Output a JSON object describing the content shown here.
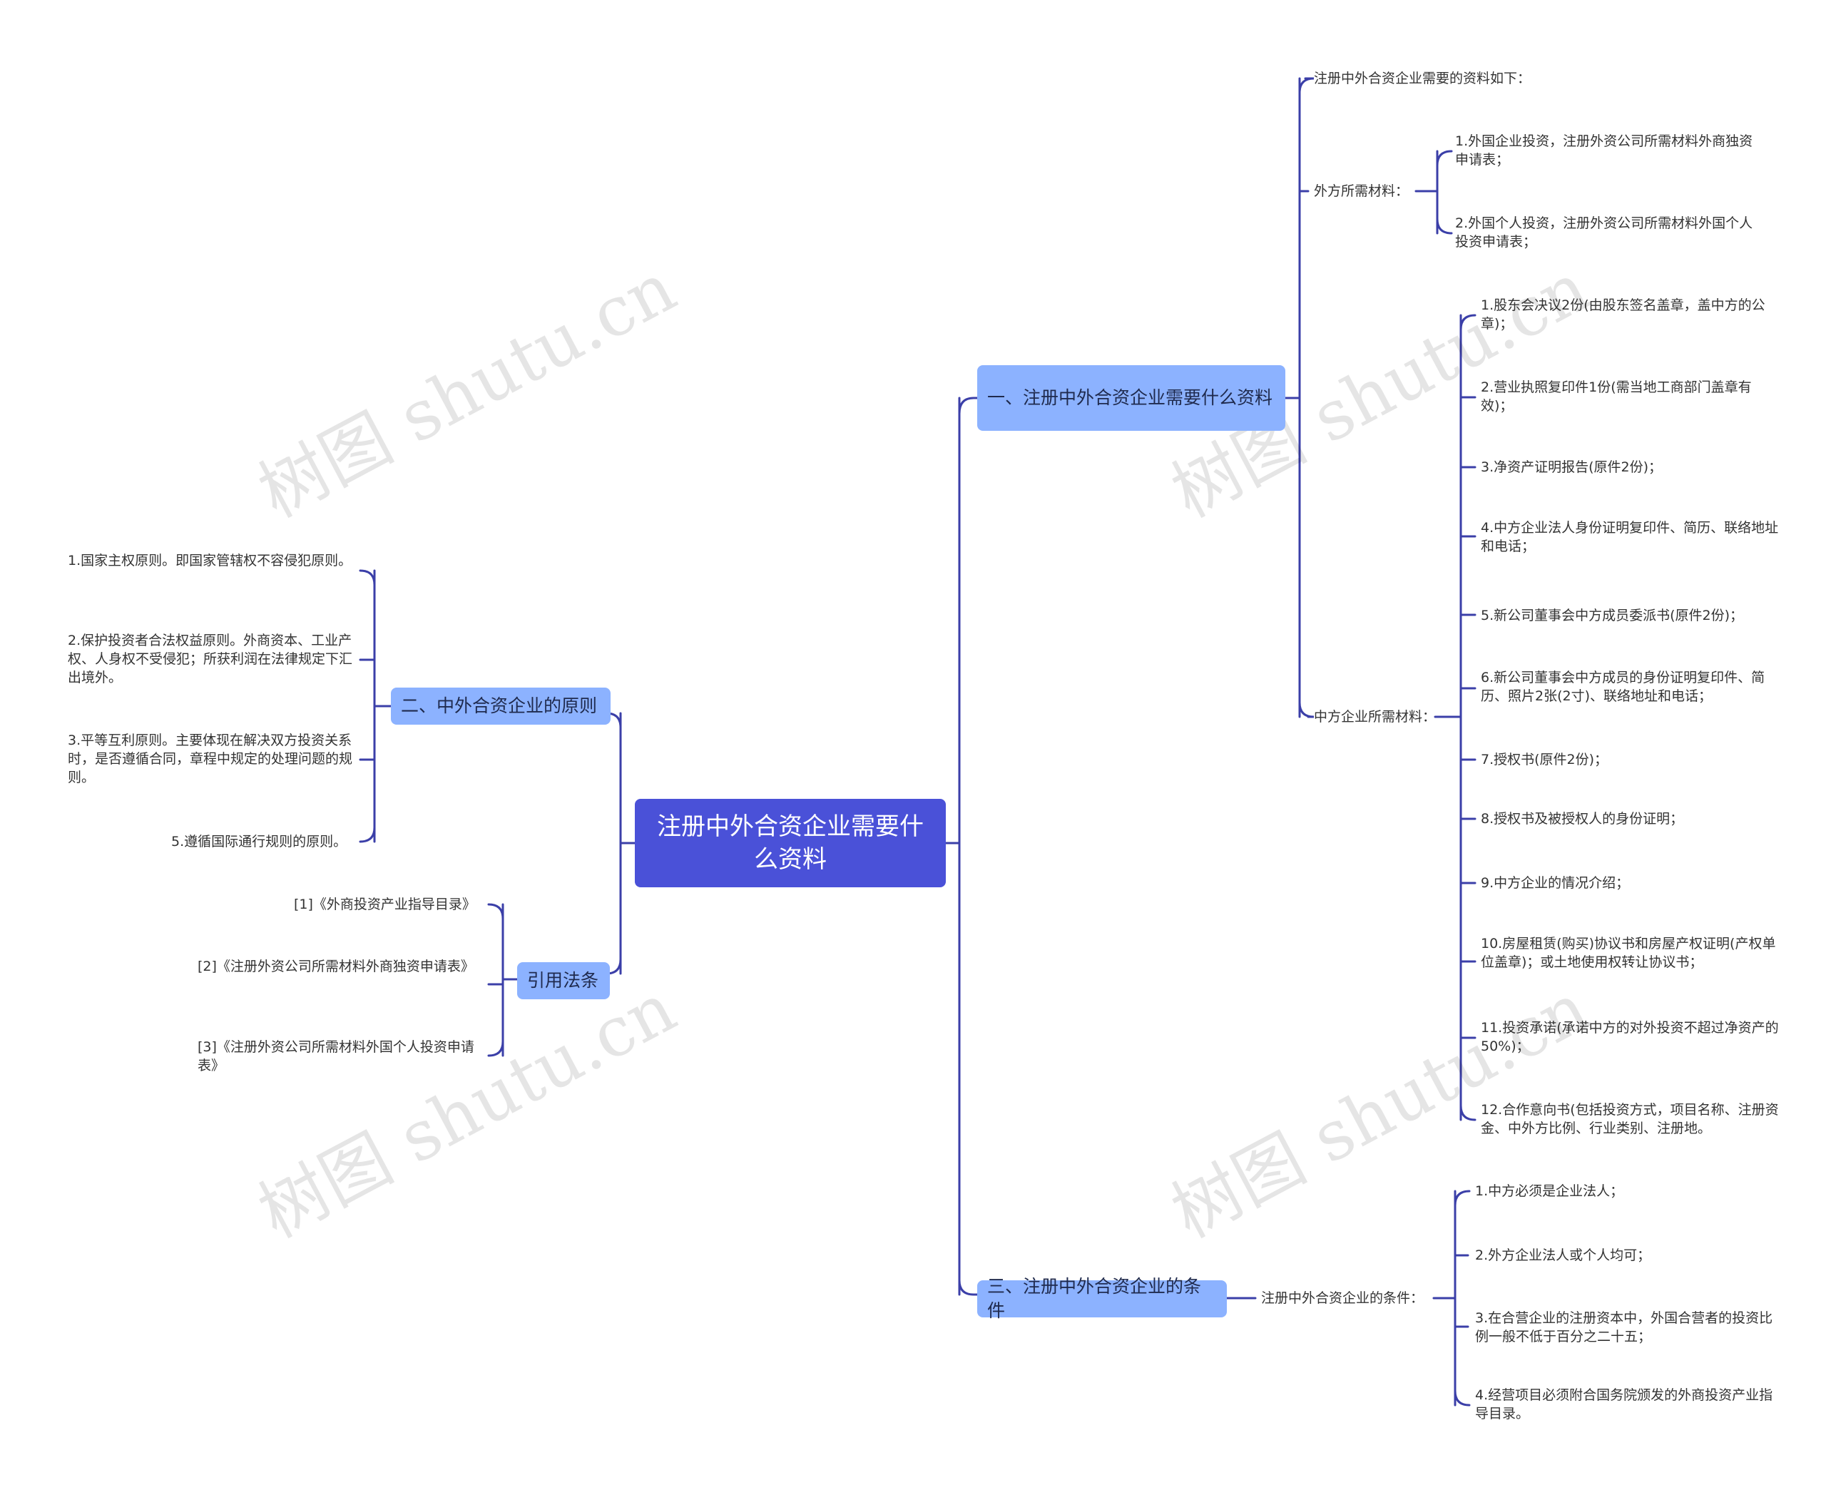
{
  "root": "注册中外合资企业需要什么资料",
  "b1": {
    "label": "一、注册中外合资企业需要什么资料",
    "intro": "注册中外合资企业需要的资料如下：",
    "foreign": {
      "label": "外方所需材料：",
      "items": [
        "1.外国企业投资，注册外资公司所需材料外商独资申请表；",
        "2.外国个人投资，注册外资公司所需材料外国个人投资申请表；"
      ]
    },
    "chinese": {
      "label": "中方企业所需材料：",
      "items": [
        "1.股东会决议2份(由股东签名盖章，盖中方的公章)；",
        "2.营业执照复印件1份(需当地工商部门盖章有效)；",
        "3.净资产证明报告(原件2份)；",
        "4.中方企业法人身份证明复印件、简历、联络地址和电话；",
        "5.新公司董事会中方成员委派书(原件2份)；",
        "6.新公司董事会中方成员的身份证明复印件、简历、照片2张(2寸)、联络地址和电话；",
        "7.授权书(原件2份)；",
        "8.授权书及被授权人的身份证明；",
        "9.中方企业的情况介绍；",
        "10.房屋租赁(购买)协议书和房屋产权证明(产权单位盖章)；或土地使用权转让协议书；",
        "11.投资承诺(承诺中方的对外投资不超过净资产的50%)；",
        "12.合作意向书(包括投资方式，项目名称、注册资金、中外方比例、行业类别、注册地。"
      ]
    }
  },
  "b2": {
    "label": "二、中外合资企业的原则",
    "items": [
      "1.国家主权原则。即国家管辖权不容侵犯原则。",
      "2.保护投资者合法权益原则。外商资本、工业产权、人身权不受侵犯；所获利润在法律规定下汇出境外。",
      "3.平等互利原则。主要体现在解决双方投资关系时，是否遵循合同，章程中规定的处理问题的规则。",
      "5.遵循国际通行规则的原则。"
    ]
  },
  "b3": {
    "label": "三、注册中外合资企业的条件",
    "sub": "注册中外合资企业的条件：",
    "items": [
      "1.中方必须是企业法人；",
      "2.外方企业法人或个人均可；",
      "3.在合营企业的注册资本中，外国合营者的投资比例一般不低于百分之二十五；",
      "4.经营项目必须附合国务院颁发的外商投资产业指导目录。"
    ]
  },
  "b4": {
    "label": "引用法条",
    "items": [
      "[1]《外商投资产业指导目录》",
      "[2]《注册外资公司所需材料外商独资申请表》",
      "[3]《注册外资公司所需材料外国个人投资申请表》"
    ]
  },
  "watermark": "树图 shutu.cn",
  "colors": {
    "root": "#4a51d8",
    "branch": "#8cb2ff",
    "line": "#3b3fa8"
  }
}
